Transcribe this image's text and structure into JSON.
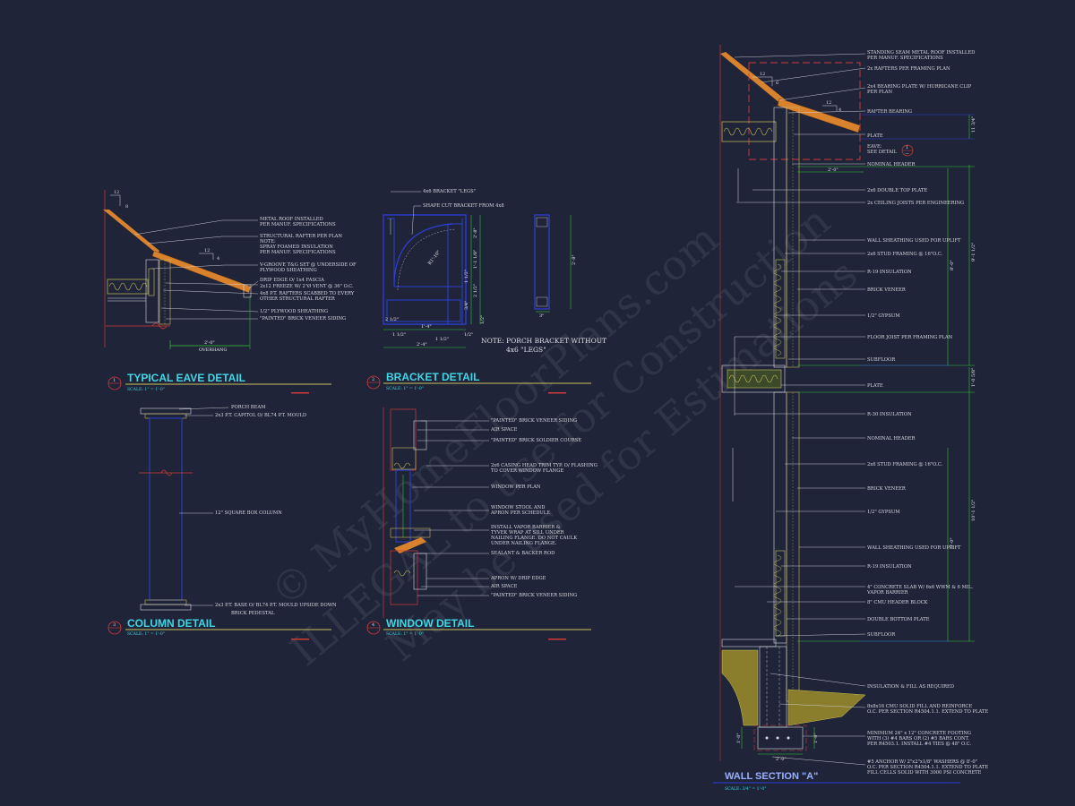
{
  "watermark": {
    "line1": "© MyHomeFloorPlans.com",
    "line2": "ILLEGAL to use for Construction",
    "line3": "May be used for Estimations"
  },
  "details": {
    "eave": {
      "number": "1",
      "title": "TYPICAL EAVE DETAIL",
      "scale": "SCALE:     1\" = 1'-0\"",
      "slope_rise": "12",
      "slope_run": "8",
      "slope2_rise": "12",
      "slope2_run": "4",
      "dim": "2'-0\"",
      "dim_label": "OVERHANG",
      "labels": [
        "METAL ROOF INSTALLED",
        "PER MANUF. SPECIFICATIONS",
        "STRUCTURAL RAFTER PER PLAN",
        "NOTE:",
        "SPRAY FOAMED INSULATION",
        "PER MANUF. SPECIFICATIONS",
        "V-GROOVE T&G SET @ UNDERSIDE OF",
        "PLYWOOD SHEATHING",
        "DRIP EDGE O/ 1x4 FASCIA",
        "2x12 FREEZE W/ 2\"Ø VENT @ 36\" O.C.",
        "4x8 P.T. RAFTERS SCABBED TO EVERY",
        "OTHER STRUCTURAL RAFTER",
        "1/2\" PLYWOOD SHEATHING",
        "\"PAINTED\" BRICK VENEER SIDING"
      ]
    },
    "bracket": {
      "number": "2",
      "title": "BRACKET DETAIL",
      "scale": "SCALE:     1\" = 1'-0\"",
      "note_line1": "NOTE:  PORCH BRACKET WITHOUT",
      "note_line2": "4x6 \"LEGS\"",
      "labels": [
        "4x6 BRACKET \"LEGS\"",
        "SHAPE CUT BRACKET FROM 4x8"
      ],
      "radius": "R1'-10\"",
      "dims": [
        "2'-4\"",
        "1 1/2\"",
        "2 1/2\"",
        "1'-4\"",
        "1 1/2\"",
        "1/2\"",
        "2'-8\"",
        "1'-1 1/8\"",
        "1 1/2\"",
        "2 1/2\"",
        "3/4\"",
        "1/2\"",
        "3\"",
        "2'-8\"",
        "2'-8\""
      ]
    },
    "column": {
      "number": "3",
      "title": "COLUMN DETAIL",
      "scale": "SCALE:     1\" = 1'-0\"",
      "labels": [
        "PORCH BEAM",
        "2x3 P.T. CAPITOL O/ BL74 P.T. MOULD",
        "12\" SQUARE BOX COLUMN",
        "2x3 P.T. BASE O/ BL74 P.T. MOULD UPSIDE DOWN",
        "BRICK PEDESTAL"
      ]
    },
    "window": {
      "number": "4",
      "title": "WINDOW DETAIL",
      "scale": "SCALE:     1\" = 1'-0\"",
      "labels": [
        "\"PAINTED\" BRICK VENEER SIDING",
        "AIR SPACE",
        "\"PAINTED\" BRICK SOLDIER COURSE",
        "2x6 CASING HEAD TRIM TYP. O/ FLASHING",
        "TO COVER WINDOW FLANGE",
        "WINDOW PER PLAN",
        "WINDOW STOOL AND",
        "APRON PER SCHEDULE",
        "INSTALL VAPOR BARRIER &",
        "TYVEK WRAP AT SILL UNDER",
        "NAILING FLANGE.  DO NOT CAULK",
        "UNDER NAILING FLANGE.",
        "SEALANT & BACKER ROD",
        "APRON W/ DRIP EDGE",
        "AIR SPACE",
        "\"PAINTED\" BRICK VENEER SIDING"
      ]
    },
    "wall": {
      "title": "WALL SECTION  \"A\"",
      "scale": "SCALE:   3/4\" = 1'-0\"",
      "labels": [
        "STANDING SEAM METAL ROOF INSTALLED",
        "PER MANUF. SPECIFICATIONS",
        "2x RAFTERS PER FRAMING PLAN",
        "2x4 BEARING PLATE W/ HURRICANE CLIP",
        "PER PLAN",
        "RAFTER BEARING",
        "PLATE",
        "EAVE:",
        "SEE DETAIL",
        "NOMINAL HEADER",
        "2x6 DOUBLE TOP PLATE",
        "2x CEILING JOISTS PER ENGINEERING",
        "WALL SHEATHING USED FOR UPLIFT",
        "2x6 STUD FRAMING @ 16\"O.C.",
        "R-19 INSULATION",
        "BRICK VENEER",
        "1/2\" GYPSUM",
        "FLOOR JOIST PER FRAMING PLAN",
        "SUBFLOOR",
        "PLATE",
        "R-30 INSULATION",
        "NOMINAL HEADER",
        "2x6 STUD FRAMING @ 16\"O.C.",
        "BRICK VENEER",
        "1/2\" GYPSUM",
        "WALL SHEATHING USED FOR UPLIFT",
        "R-19 INSULATION",
        "4\" CONCRETE SLAB W/ 6x6 WWM & 6 MIL.",
        "VAPOR BARRIER",
        "8\" CMU HEADER BLOCK",
        "DOUBLE BOTTOM PLATE",
        "SUBFLOOR",
        "INSULATION & FILL AS REQUIRED",
        "8x8x16 CMU SOLID FILL AND REINFORCE",
        "O.C. PER SECTION R4504.1.1. EXTEND TO PLATE",
        "MINIMUM 24\" x 12\" CONCRETE FOOTING",
        "WITH (3) #4 BARS OR (2) #5 BARS CONT.",
        "PER R4503.1.  INSTALL #4 TIES @ 48\" O.C.",
        "#5 ANCHOR W/ 2\"x2\"x1/8\" WASHERS @ 8'-0\"",
        "O.C. PER SECTION R4504.1.1. EXTEND TO PLATE",
        "FILL CELLS SOLID WITH 3000 PSI CONCRETE"
      ],
      "dims": [
        "11 3/4\"",
        "9'-1 1/2\"",
        "8'-0\"",
        "1'-0 5/8\"",
        "10'-1 1/2\"",
        "9'-0\"",
        "2'-0\"",
        "1'-0\"",
        "2'-0\"",
        "1'-0\""
      ],
      "slope_rise": "12",
      "slope_run": "6",
      "slope2_rise": "12",
      "slope2_run": "4",
      "eave_marker_num": "1",
      "eave_marker_sheet": "—"
    }
  },
  "colors": {
    "background": "#1f2438",
    "title_cyan": "#3fd7e6",
    "wall_title": "#9ab0ff",
    "dimension_green": "#36c236",
    "leader_white": "#d8d8e0",
    "roof_orange": "#d8822e",
    "insulation_yellow": "#c9c25a",
    "red_marks": "#d23a3a",
    "blue_outline": "#2e3fd8",
    "concrete_olive": "#8a7e2c"
  }
}
